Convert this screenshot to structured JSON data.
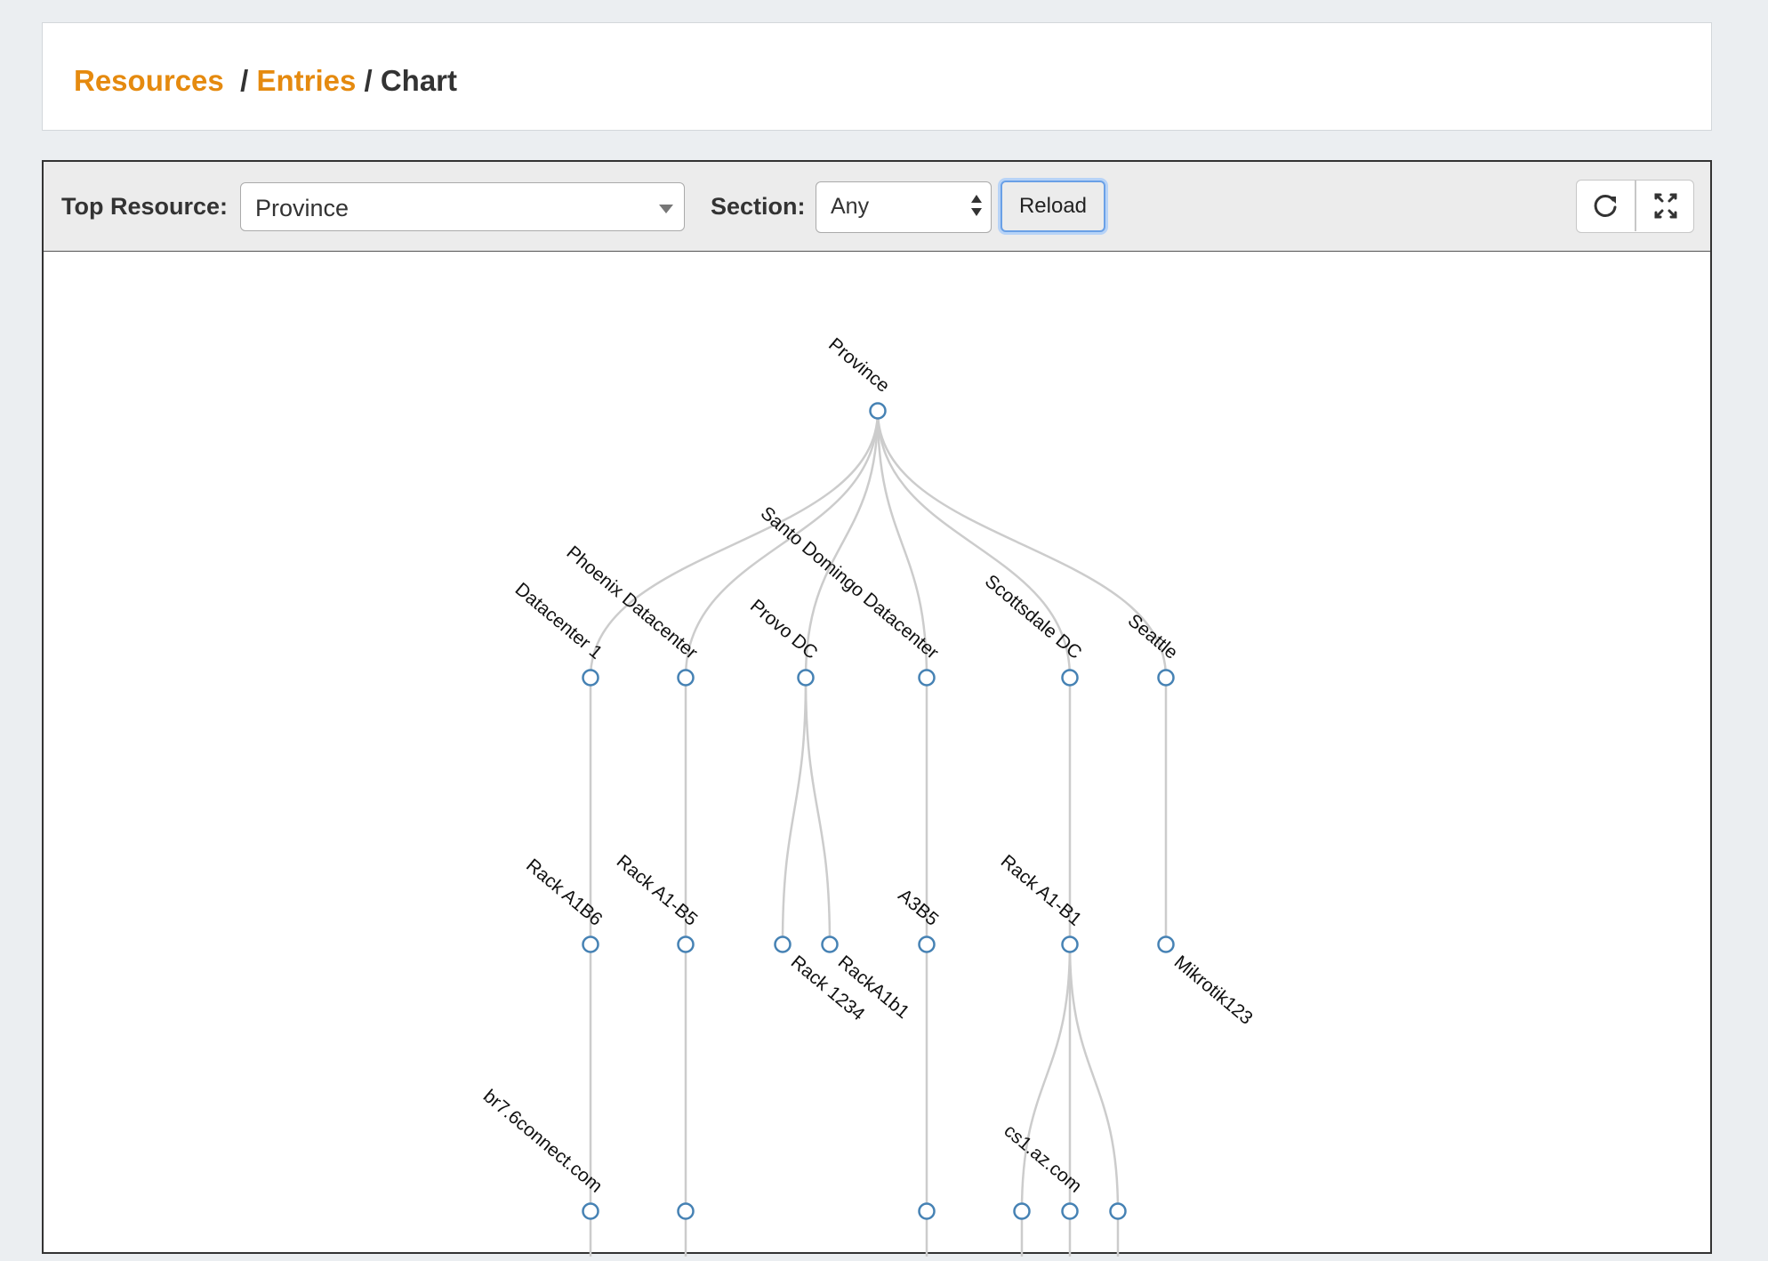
{
  "breadcrumb": {
    "resources": "Resources",
    "sep1": " / ",
    "entries": "Entries",
    "sep2": " / ",
    "current": "Chart"
  },
  "toolbar": {
    "top_resource_label": "Top Resource:",
    "top_resource_value": "Province",
    "section_label": "Section:",
    "section_value": "Any",
    "reload_label": "Reload",
    "refresh_icon": "refresh-icon",
    "fullscreen_icon": "fullscreen-icon"
  },
  "colors": {
    "link": "#e58a0f",
    "node_stroke": "#4682b4",
    "edge": "#cccccc"
  },
  "tree": {
    "root": "Province",
    "level1": [
      {
        "label": "Datacenter 1",
        "children": [
          {
            "label": "Rack A1B6",
            "children": [
              {
                "label": "br7.6connect.com"
              }
            ]
          }
        ]
      },
      {
        "label": "Phoenix Datacenter",
        "children": [
          {
            "label": "Rack A1-B5",
            "children": [
              {
                "label": ""
              }
            ]
          }
        ]
      },
      {
        "label": "Provo DC",
        "children": [
          {
            "label": "Rack 1234",
            "children": []
          },
          {
            "label": "RackA1b1",
            "children": []
          }
        ]
      },
      {
        "label": "Santo Domingo Datacenter",
        "children": [
          {
            "label": "A3B5",
            "children": [
              {
                "label": ""
              }
            ]
          }
        ]
      },
      {
        "label": "Scottsdale DC",
        "children": [
          {
            "label": "Rack A1-B1",
            "children": [
              {
                "label": ""
              },
              {
                "label": "cs1.az.com"
              },
              {
                "label": ""
              }
            ]
          }
        ]
      },
      {
        "label": "Seattle",
        "children": [
          {
            "label": "Mikrotik123",
            "children": []
          }
        ]
      }
    ]
  }
}
